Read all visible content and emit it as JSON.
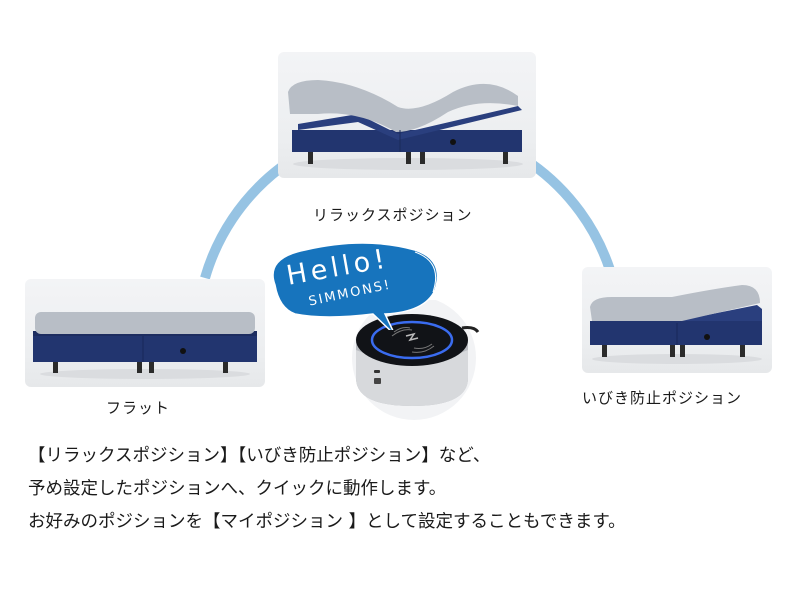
{
  "colors": {
    "arc": "#96c3e3",
    "bubble": "#1774bd",
    "bed_frame": "#22356f",
    "mattress": "#b8bec6",
    "ring_light": "#3a6cf0"
  },
  "positions": [
    {
      "id": "relax",
      "label": "リラックスポジション"
    },
    {
      "id": "flat",
      "label": "フラット"
    },
    {
      "id": "anti_snore",
      "label": "いびき防止ポジション"
    }
  ],
  "bubble": {
    "line1": "Hello!",
    "line2": "SIMMONS!"
  },
  "description": {
    "lines": [
      "【リラックスポジション】【いびき防止ポジション】など、",
      "予め設定したポジションへ、クイックに動作します。",
      "お好みのポジションを【マイポジション 】として設定することもできます。"
    ]
  }
}
